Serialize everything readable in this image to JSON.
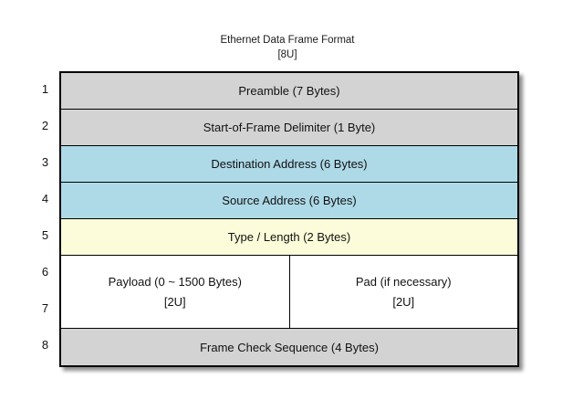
{
  "title": {
    "line1": "Ethernet Data Frame Format",
    "line2": "[8U]"
  },
  "colors": {
    "gray": "#d3d3d3",
    "blue": "#aedae8",
    "yellow": "#fcfcda",
    "white": "#ffffff",
    "border": "#000000"
  },
  "row_numbers": [
    "1",
    "2",
    "3",
    "4",
    "5",
    "6",
    "7",
    "8"
  ],
  "frame": {
    "rows": [
      {
        "num": "1",
        "label": "Preamble (7 Bytes)",
        "fill": "#d3d3d3"
      },
      {
        "num": "2",
        "label": "Start-of-Frame Delimiter (1 Byte)",
        "fill": "#d3d3d3"
      },
      {
        "num": "3",
        "label": "Destination Address (6 Bytes)",
        "fill": "#aedae8"
      },
      {
        "num": "4",
        "label": "Source Address (6 Bytes)",
        "fill": "#aedae8"
      },
      {
        "num": "5",
        "label": "Type / Length (2 Bytes)",
        "fill": "#fcfcda"
      }
    ],
    "payload_row": {
      "nums": [
        "6",
        "7"
      ],
      "fill": "#ffffff",
      "left": {
        "line1": "Payload (0 ~ 1500 Bytes)",
        "line2": "[2U]"
      },
      "right": {
        "line1": "Pad (if necessary)",
        "line2": "[2U]"
      }
    },
    "fcs_row": {
      "num": "8",
      "label": "Frame Check Sequence (4 Bytes)",
      "fill": "#d3d3d3"
    }
  }
}
